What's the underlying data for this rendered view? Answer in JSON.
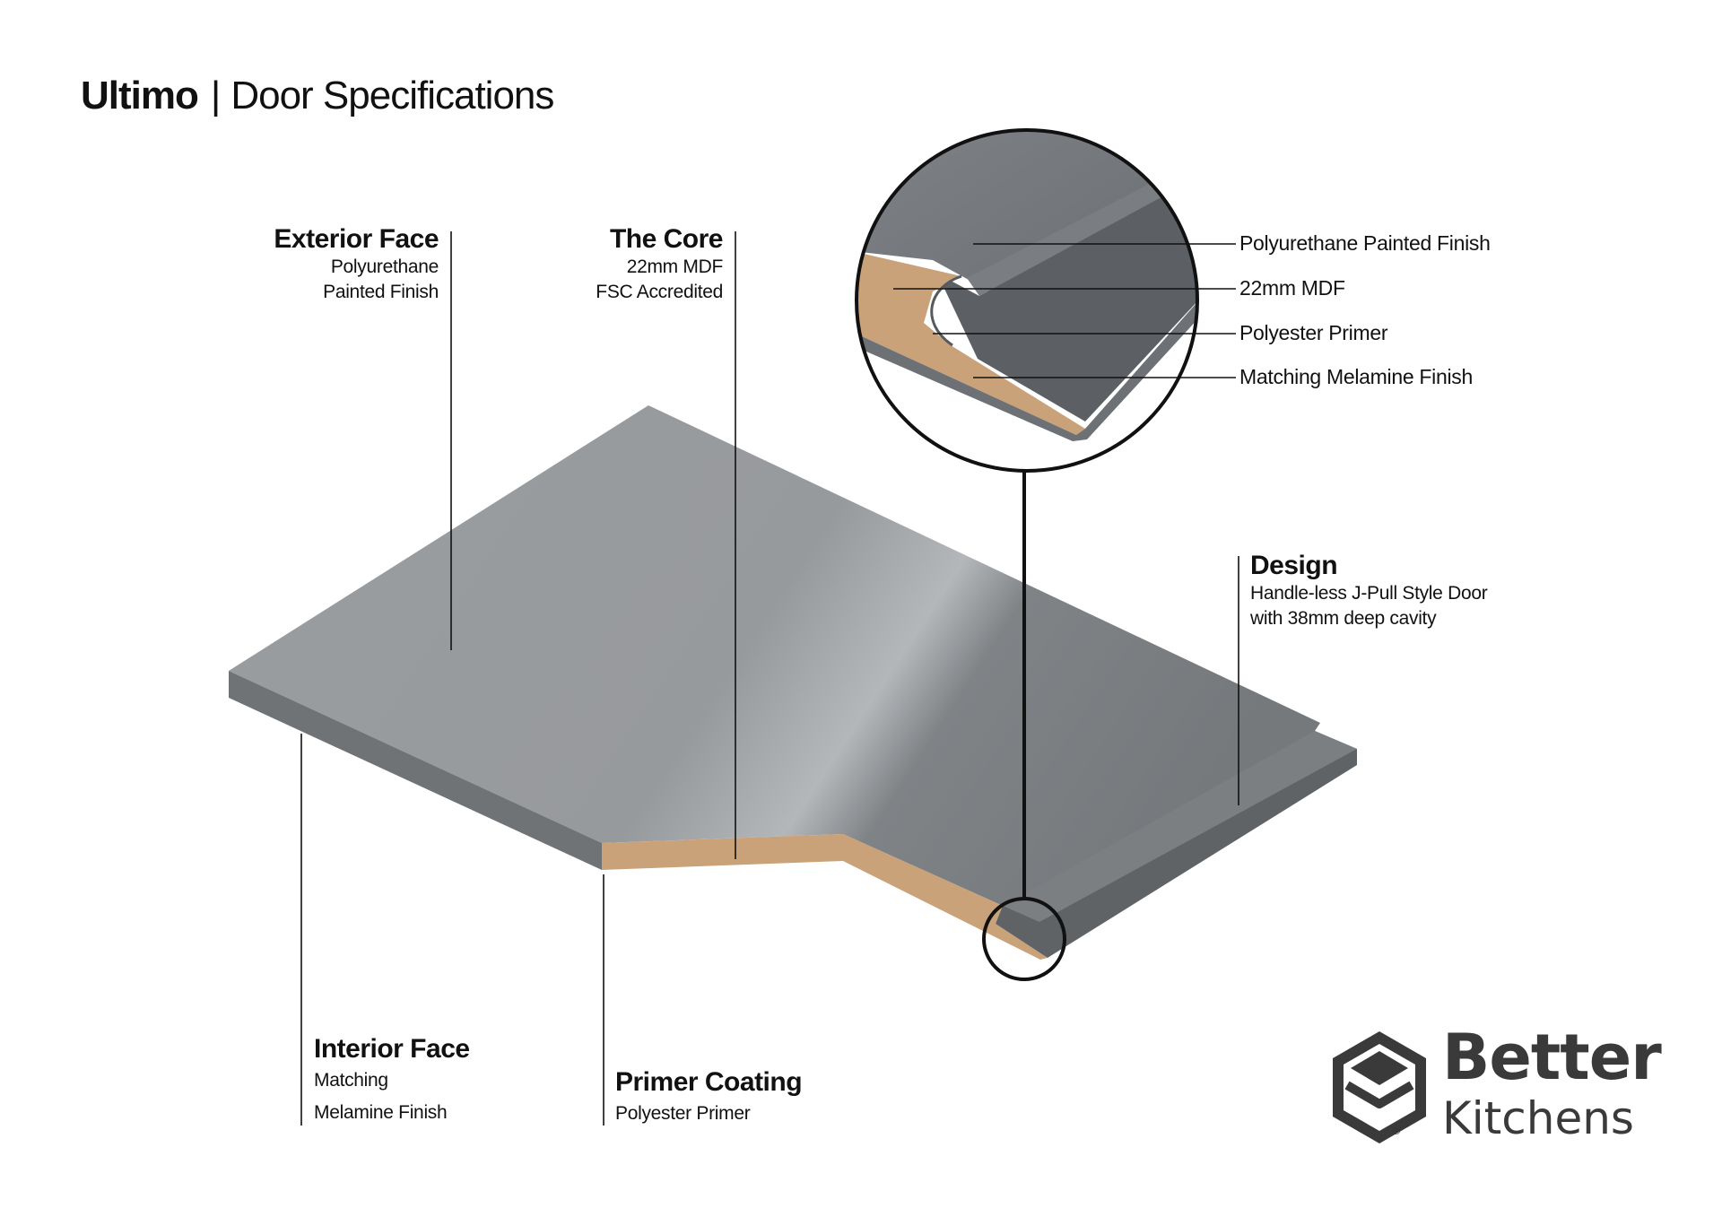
{
  "header": {
    "brand": "Ultimo",
    "separator": "|",
    "subtitle": "Door Specifications"
  },
  "labels": {
    "exterior_face": {
      "heading": "Exterior Face",
      "line1": "Polyurethane",
      "line2": "Painted Finish"
    },
    "core": {
      "heading": "The Core",
      "line1": "22mm MDF",
      "line2": "FSC Accredited"
    },
    "design": {
      "heading": "Design",
      "line1": "Handle-less J-Pull Style Door",
      "line2": "with 38mm deep cavity"
    },
    "interior_face": {
      "heading": "Interior Face",
      "line1": "Matching",
      "line2": "Melamine Finish"
    },
    "primer_coating": {
      "heading": "Primer Coating",
      "line1": "Polyester Primer"
    }
  },
  "detail_callouts": [
    "Polyurethane Painted Finish",
    "22mm MDF",
    "Polyester Primer",
    "Matching Melamine Finish"
  ],
  "logo": {
    "line1": "Better",
    "line2": "Kitchens",
    "mark": "®"
  },
  "colors": {
    "top_face": "#989b9e",
    "edge_dark": "#6f7376",
    "mdf": "#c9a27a",
    "line": "#111111",
    "logo": "#3a3a3a"
  }
}
